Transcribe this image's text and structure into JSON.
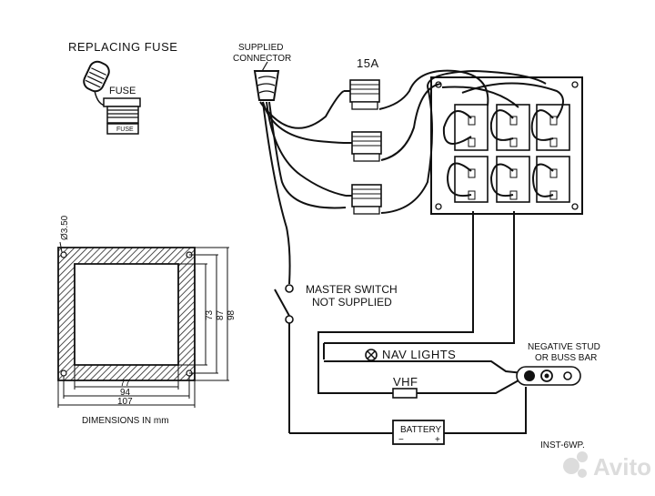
{
  "labels": {
    "replacing_fuse": "REPLACING FUSE",
    "fuse": "FUSE",
    "fuse_small": "FUSE",
    "supplied_connector_line1": "SUPPLIED",
    "supplied_connector_line2": "CONNECTOR",
    "fuse_rating": "15A",
    "master_switch_line1": "MASTER SWITCH",
    "master_switch_line2": "NOT SUPPLIED",
    "nav_lights": "NAV LIGHTS",
    "vhf": "VHF",
    "negative_stud_line1": "NEGATIVE STUD",
    "negative_stud_line2": "OR BUSS BAR",
    "battery": "BATTERY",
    "battery_minus": "−",
    "battery_plus": "+",
    "drawing_code": "INST-6WP.",
    "dimensions_caption": "DIMENSIONS IN mm",
    "watermark": "Avito"
  },
  "dimensions": {
    "hole_diameter": "Ø3.50",
    "inner_width": "77",
    "hole_spacing_width": "94",
    "outer_width": "107",
    "inner_height": "73",
    "hole_spacing_height": "87",
    "outer_height": "98"
  }
}
